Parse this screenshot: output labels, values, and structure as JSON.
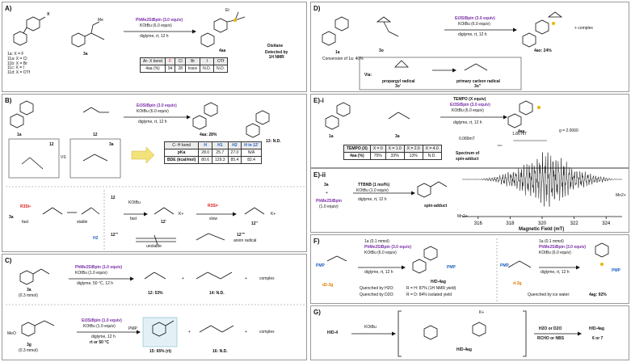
{
  "panels": {
    "A": {
      "label": "A)",
      "compounds": {
        "sub": "1a: X = F\n11a: X = Cl\n11b: X = Br\n11c: X = I\n11d: X = OTf",
        "allene": "3a",
        "product": "4aa",
        "side": "Disilane",
        "side_note": "Detected by\n1H NMR",
        "x_label": "X",
        "methyl": "Me",
        "eth": "Et"
      },
      "reagents": {
        "silane": "PhMe2SiBpin (3.0 equiv)",
        "base": "KOtBu (6.0 equiv)",
        "cond": "diglyme, rt, 12 h"
      },
      "table": {
        "header": [
          "Ar- X bond",
          "F",
          "Cl",
          "Br",
          "I",
          "OTf"
        ],
        "row": [
          "4aa (%)",
          "94",
          "28",
          "trace",
          "N.D.",
          "N.D."
        ]
      }
    },
    "B": {
      "label": "B)",
      "compounds": {
        "sub": "1a",
        "alkyne": "12",
        "product": "4aa: 28%",
        "side": "13: N.D.",
        "box1": "12",
        "box2": "3a",
        "vs": "VS"
      },
      "reagents": {
        "silane": "Et3SiBpin (3.0 equiv)",
        "base": "KOtBu (6.0 equiv)",
        "cond": "diglyme, rt, 12 h"
      },
      "table": {
        "header": [
          "C- H bond",
          "H",
          "H1",
          "H2",
          "H in 12'"
        ],
        "rows": [
          [
            "pKa",
            "28.0",
            "25.7",
            "27.0",
            "N/A"
          ],
          [
            "BDE (kcal/mol)",
            "80.6",
            "129.3",
            "85.4",
            "82.4"
          ]
        ]
      },
      "mech": {
        "r3si": "R3Si•",
        "fast": "fast",
        "stable": "stable",
        "m12": "12",
        "kotbu": "KOtBu",
        "fast2": "fast",
        "m12p": "12'",
        "k1": "K+",
        "r3si2": "R3Si•",
        "slow": "slow",
        "m12pp": "12''",
        "k2": "K+",
        "m12ppp": "12'''",
        "m12pppp": "12''''",
        "anion": "anion radical",
        "unstable": "unstable",
        "m3a": "3a",
        "h2": "H2"
      }
    },
    "C": {
      "label": "C)",
      "r1": {
        "sub": "3a",
        "amount": "(0.3 mmol)",
        "silane": "PhMe2SiBpin (1.0 equiv)",
        "base": "KOtBu (1.0 equiv)",
        "cond": "diglyme, 50 °C, 12 h",
        "p1": "12: 53%",
        "p2": "14: N.D.",
        "plus": "+",
        "plus2": "+",
        "complex": "complex"
      },
      "r2": {
        "sub": "3g",
        "amount": "(0.3 mmol)",
        "silane": "Et3SiBpin (1.0 equiv)",
        "base": "KOtBu (1.0 equiv)",
        "cond": "diglyme, 12 h",
        "cond2": "rt or 50 °C",
        "p1": "15: 65% (rt)",
        "p2": "16: N.D.",
        "pmp": "PMP",
        "meo": "MeO",
        "plus": "+",
        "plus2": "+",
        "complex": "complex"
      }
    },
    "D": {
      "label": "D)",
      "sub": "1a",
      "conv": "Conversion of 1a: 40%",
      "allene": "3o",
      "product": "4ao: 24%",
      "complex": "+ complex",
      "reagents": {
        "silane": "Et3SiBpin (3.0 equiv)",
        "base": "KOtBu (6.0 equiv)",
        "cond": "diglyme, rt, 12 h"
      },
      "via": "Via:",
      "rad1": "propargyl radical",
      "rad1n": "3o'",
      "rad2": "primary carbon radical",
      "rad2n": "3o''"
    },
    "Ei": {
      "label": "E)-i",
      "sub": "1a",
      "allene": "3a",
      "product": "4aa",
      "reagents": {
        "tempo": "TEMPO (X equiv)",
        "silane": "Et3SiBpin (3.0 equiv)",
        "base": "KOtBu (6.0 equiv)",
        "cond": "diglyme, rt, 12 h"
      },
      "table": {
        "header": [
          "TEMPO (X)",
          "X = 0",
          "X = 1.0",
          "X = 2.0",
          "X = 4.0"
        ],
        "row": [
          "4aa (%)",
          "75%",
          "33%",
          "13%",
          "N.D."
        ]
      }
    },
    "Eii": {
      "label": "E)-ii",
      "sub": "3a",
      "plus": "+",
      "silane": "PhMe2SiBpin",
      "silane_amt": "(1.0 equiv)",
      "reagents": {
        "ttbnb": "TTBNB (1 mol%)",
        "base": "KOtBu (1.0 equiv)",
        "cond": "diglyme, rt, 12 h"
      },
      "adduct": "spin-adduct",
      "spectrum": {
        "title_line1": "Spectrum of",
        "title_line2": "spin-adduct",
        "g": "g = 2.0060",
        "s1": "1.86 mT",
        "s2": "0.089mT",
        "mn1": "Mn2+",
        "mn2": "Mn2+"
      }
    },
    "F": {
      "label": "F)",
      "left": {
        "r1": "1a (0.1 mmol)",
        "r2": "PhMe2SiBpin (3.0 equiv)",
        "r3": "KOtBu (6.0 equiv)",
        "r4": "diglyme, rt, 12 h",
        "sm": "d2-3g",
        "q1": "Quenched by H2O:",
        "q1r": "R = H: 87% (1H NMR yield)",
        "q2": "Quenched by D2O:",
        "q2r": "R = D: 84% isolated yield",
        "prod": "H/D-4ag",
        "pmp": "PMP",
        "pmp2": "PMP"
      },
      "right": {
        "r1": "1a (0.1 mmol)",
        "r2": "PhMe2SiBpin (3.0 equiv)",
        "r3": "KOtBu (6.0 equiv)",
        "r4": "diglyme, rt, 12 h",
        "sm": "d-3g",
        "q": "Quenched by ice water:",
        "qr": "4ag: 92%",
        "pmp": "PMP",
        "pmp2": "PMP"
      }
    },
    "G": {
      "label": "G)",
      "sm": "H/D-4",
      "base": "KOtBu",
      "int": "H/D-4ag",
      "k": "K+",
      "q1": "H2O or D2O",
      "q2": "RCHO or NBS",
      "p1": "H/D-4ag",
      "p2": "6 or 7"
    }
  },
  "chart_data": {
    "type": "line",
    "title": "",
    "xlabel": "Magnetic Field (mT)",
    "ylabel": "",
    "xlim": [
      315,
      325
    ],
    "x_ticks": [
      "316",
      "318",
      "320",
      "322",
      "324"
    ],
    "series": [
      {
        "name": "",
        "description_values": [
          [
            316.0,
            0
          ],
          [
            317.2,
            0.1
          ],
          [
            318.6,
            0.35
          ],
          [
            320.3,
            0.85
          ],
          [
            320.7,
            0.8
          ],
          [
            322.1,
            0.3
          ],
          [
            323.6,
            0.1
          ],
          [
            324.6,
            0
          ]
        ]
      }
    ]
  }
}
